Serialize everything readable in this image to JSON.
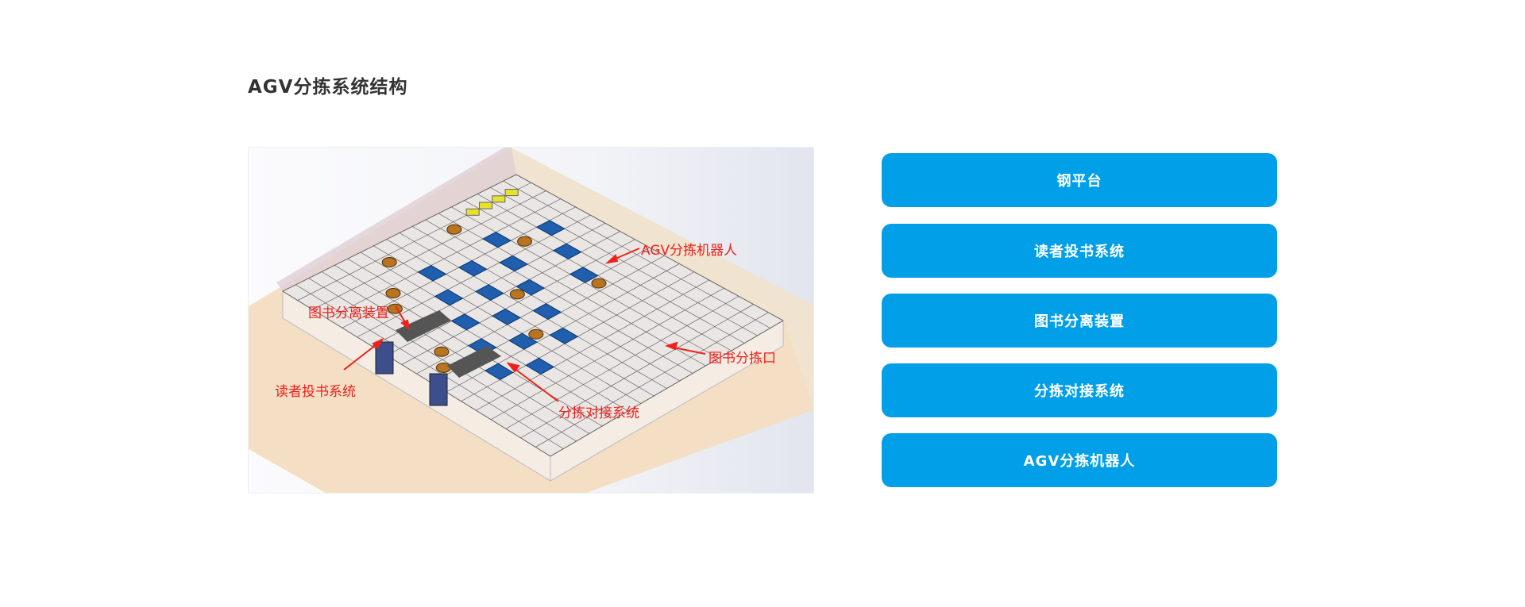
{
  "title": "AGV分拣系统结构",
  "figure": {
    "callouts": {
      "agv_robot": "AGV分拣机器人",
      "separation": "图书分离装置",
      "sorting_port": "图书分拣口",
      "reader_drop": "读者投书系统",
      "docking": "分拣对接系统"
    },
    "colors": {
      "callout": "#f0201a",
      "port": "#1f5fae",
      "floor": "#f4dfc4"
    }
  },
  "buttons": [
    {
      "label": "钢平台"
    },
    {
      "label": "读者投书系统"
    },
    {
      "label": "图书分离装置"
    },
    {
      "label": "分拣对接系统"
    },
    {
      "label": "AGV分拣机器人"
    }
  ],
  "accent": "#009fe8"
}
